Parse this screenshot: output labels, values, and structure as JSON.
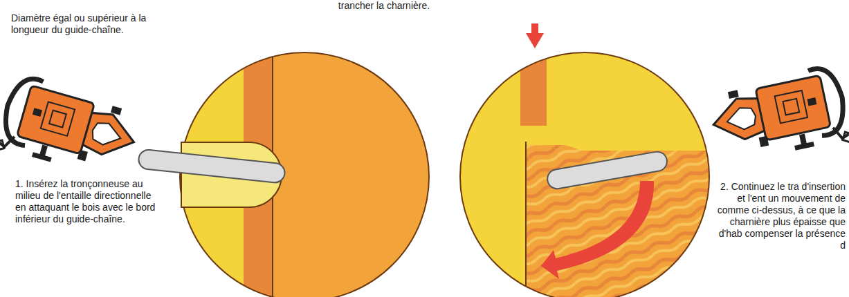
{
  "diagram": {
    "labels": [
      "trancher la charnière.",
      "Diamètre égal ou supérieur à la longueur du guide-chaîne.",
      "1. Insérez la tronçonneuse au milieu de l'entaille directionnelle en attaquant le bois avec le bord inférieur du guide-chaîne.",
      "2. Continuez le tra d'insertion et l'ent un mouvement de comme ci-dessus, à ce que la charnière plus épaisse que d'hab compenser la présence d"
    ]
  }
}
